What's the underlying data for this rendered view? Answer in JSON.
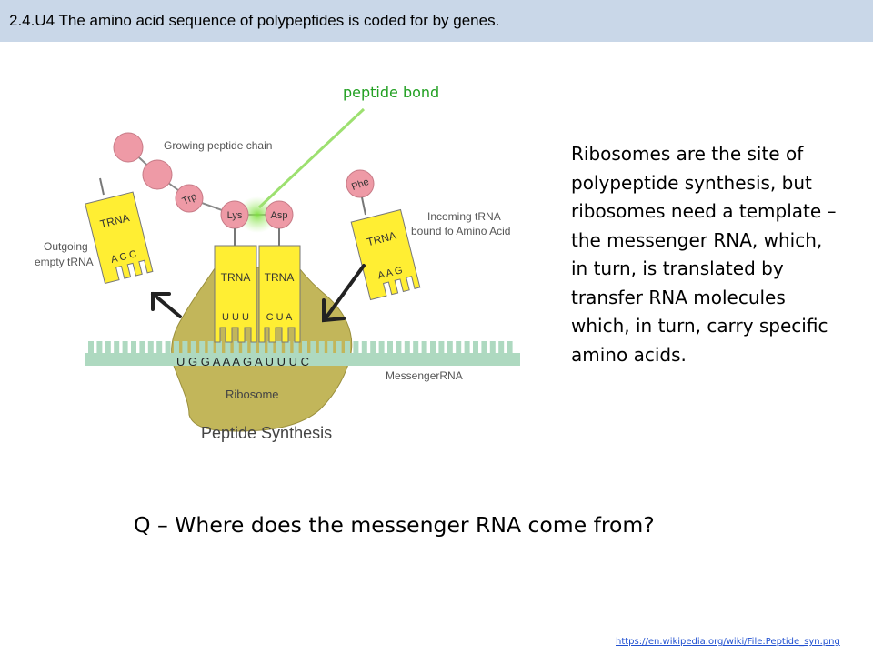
{
  "header": {
    "title": "2.4.U4 The amino acid sequence of polypeptides is coded for by genes."
  },
  "diagram": {
    "callout": "peptide bond",
    "chain_label": "Growing peptide chain",
    "outgoing_label": [
      "Outgoing",
      "empty tRNA"
    ],
    "incoming_label": [
      "Incoming  tRNA",
      "bound to Amino Acid"
    ],
    "mrna_label": "MessengerRNA",
    "ribosome_label": "Ribosome",
    "caption": "Peptide Synthesis",
    "trna_label": "TRNA",
    "amino_acids": {
      "trp": "Trp",
      "lys": "Lys",
      "asp": "Asp",
      "phe": "Phe"
    },
    "anticodons": {
      "outgoing": "A C C",
      "left_site": "U U U",
      "right_site": "C U A",
      "incoming": "A A G"
    },
    "mrna_sequence": "U G G A A A G A U U U C",
    "colors": {
      "trna": "#ffee33",
      "bead": "#ee9aa6",
      "ribosome": "#c2b65a",
      "mrna": "#aed9c0",
      "highlight": "#9de070",
      "callout": "#22a022"
    }
  },
  "body": {
    "paragraph": "Ribosomes are the site of polypeptide synthesis, but ribosomes need a template – the messenger RNA, which, in turn, is translated by transfer RNA molecules which, in turn, carry specific amino acids.",
    "question": "Q – Where does the messenger RNA come from?"
  },
  "footer": {
    "source": "https://en.wikipedia.org/wiki/File:Peptide_syn.png"
  }
}
